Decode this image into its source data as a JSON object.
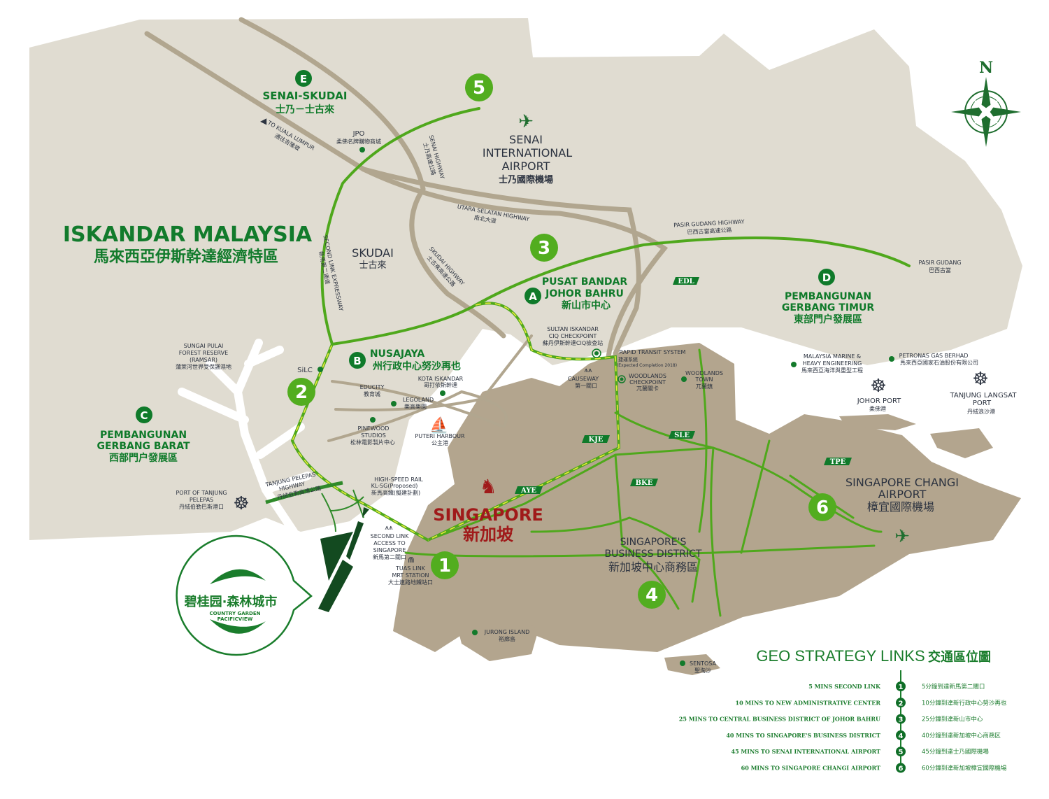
{
  "colors": {
    "land_malaysia": "#e0dcd1",
    "land_singapore": "#b3a58e",
    "route": "#4fa81c",
    "dark_green": "#0f7a2a",
    "singapore_red": "#a01a1a",
    "road": "#b1a68f"
  },
  "compass": {
    "north": "N"
  },
  "regions": {
    "iskandar_en": "ISKANDAR MALAYSIA",
    "iskandar_zh": "馬來西亞伊斯幹達經濟特區",
    "singapore_en": "SINGAPORE",
    "singapore_zh": "新加坡",
    "skudai_en": "SKUDAI",
    "skudai_zh": "士古來"
  },
  "zones": [
    {
      "letter": "E",
      "l1": "SENAI-SKUDAI",
      "l2": "士乃－士古來"
    },
    {
      "letter": "A",
      "l1": "PUSAT BANDAR",
      "l2": "JOHOR BAHRU",
      "l3": "新山市中心"
    },
    {
      "letter": "B",
      "l1": "NUSAJAYA",
      "l2": "州行政中心努沙再也"
    },
    {
      "letter": "C",
      "l1": "PEMBANGUNAN",
      "l2": "GERBANG BARAT",
      "l3": "西部門户發展區"
    },
    {
      "letter": "D",
      "l1": "PEMBANGUNAN",
      "l2": "GERBANG TIMUR",
      "l3": "東部門户發展區"
    }
  ],
  "route_markers": [
    "1",
    "2",
    "3",
    "4",
    "5",
    "6"
  ],
  "places": {
    "senai_l1": "SENAI",
    "senai_l2": "INTERNATIONAL",
    "senai_l3": "AIRPORT",
    "senai_zh": "士乃國際機場",
    "changi_l1": "SINGAPORE CHANGI",
    "changi_l2": "AIRPORT",
    "changi_zh": "樟宜國際機場",
    "sbd_l1": "SINGAPORE'S",
    "sbd_l2": "BUSINESS DISTRICT",
    "sbd_zh": "新加坡中心商務區",
    "jpo": "JPO",
    "jpo_zh": "柔佛名牌購物商城",
    "kl": "TO KUALA LUMPUR",
    "kl_zh": "通往吉隆坡",
    "senai_hwy": "SENAI HIGHWAY",
    "senai_hwy_zh": "士乃高速公路",
    "utara": "UTARA SELATAN HIGHWAY",
    "utara_zh": "南北大道",
    "skudai_hwy": "SKUDAI HIGHWAY",
    "skudai_hwy_zh": "士古來高速公路",
    "second_link_exp": "SECOND LINK EXPRESSWAY",
    "second_link_exp_zh": "新馬第二通道",
    "pasir_hwy": "PASIR GUDANG HIGHWAY",
    "pasir_hwy_zh": "巴西古當高速公路",
    "pasir": "PASIR GUDANG",
    "pasir_zh": "巴西古當",
    "sungai_l1": "SUNGAI PULAI",
    "sungai_l2": "FOREST RESERVE",
    "sungai_l3": "(RAMSAR)",
    "sungai_zh": "蒲萊河世界受保護濕地",
    "silc": "SiLC",
    "educity": "EDUCITY",
    "educity_zh": "教育城",
    "kota": "KOTA ISKANDAR",
    "kota_zh": "哥打依斯幹達",
    "legoland": "LEGOLAND",
    "legoland_zh": "樂高樂園",
    "pinewood_l1": "PINEWOOD",
    "pinewood_l2": "STUDIOS",
    "pinewood_zh": "松林電影製片中心",
    "puteri": "PUTERI HARBOUR",
    "puteri_zh": "公主港",
    "ptp_l1": "PORT OF TANJUNG",
    "ptp_l2": "PELEPAS",
    "ptp_zh": "丹絨伯勒巴斯港口",
    "tph_l1": "TANJUNG PELEPAS",
    "tph_l2": "HIGHWAY",
    "tph_zh": "丹絨伯勒高速公路",
    "hsr_l1": "HIGH-SPEED RAIL",
    "hsr_l2": "KL-SG(Proposed)",
    "hsr_zh": "新馬高鐵(擬建計劃)",
    "sl_l1": "SECOND LINK",
    "sl_l2": "ACCESS TO",
    "sl_l3": "SINGAPORE",
    "sl_zh": "新馬第二關口",
    "tuas_l1": "TUAS LINK",
    "tuas_l2": "MRT STATION",
    "tuas_zh": "大士連路地鐵站口",
    "ciq_l1": "SULTAN ISKANDAR",
    "ciq_l2": "CIQ CHECKPOINT",
    "ciq_zh": "蘇丹伊斯幹達CIQ檢查站",
    "causeway": "CAUSEWAY",
    "causeway_zh": "第一關口",
    "rts_l1": "RAPID TRANSIT SYSTEM",
    "rts_zh": "捷運系統",
    "rts_l2": "(Expected Completion 2018)",
    "wcp_l1": "WOODLANDS",
    "wcp_l2": "CHECKPOINT",
    "wcp_zh": "兀蘭關卡",
    "wt_l1": "WOODLANDS",
    "wt_l2": "TOWN",
    "wt_zh": "兀蘭鎮",
    "mmhe_l1": "MALAYSIA MARINE &",
    "mmhe_l2": "HEAVY ENGINEERING",
    "mmhe_zh": "馬來西亞海洋與重型工程",
    "petronas": "PETRONAS GAS BERHAD",
    "petronas_zh": "馬來西亞國家石油股份有限公司",
    "johor_port": "JOHOR PORT",
    "johor_port_zh": "柔佛港",
    "tl_l1": "TANJUNG LANGSAT",
    "tl_l2": "PORT",
    "tl_zh": "丹絨浪沙港",
    "jurong": "JURONG ISLAND",
    "jurong_zh": "裕廊島",
    "sentosa": "SENTOSA",
    "sentosa_zh": "聖淘沙"
  },
  "road_tags": [
    "EDL",
    "KJE",
    "SLE",
    "AYE",
    "BKE",
    "TPE"
  ],
  "logo": {
    "zh": "碧桂园·森林城市",
    "en1": "COUNTRY GARDEN",
    "en2": "PACIFICVIEW"
  },
  "legend": {
    "title_en": "GEO STRATEGY LINKS",
    "title_zh": "交通區位圖",
    "items": [
      {
        "num": "1",
        "en": "5 MINS SECOND LINK",
        "zh": "5分鐘到達新馬第二關口"
      },
      {
        "num": "2",
        "en": "10 MINS TO NEW ADMINISTRATIVE CENTER",
        "zh": "10分鐘到達新行政中心努沙再也"
      },
      {
        "num": "3",
        "en": "25 MINS TO CENTRAL BUSINESS DISTRICT OF JOHOR BAHRU",
        "zh": "25分鐘到達新山市中心"
      },
      {
        "num": "4",
        "en": "40 MINS TO SINGAPORE'S BUSINESS DISTRICT",
        "zh": "40分鐘到達新加坡中心商務区"
      },
      {
        "num": "5",
        "en": "45 MINS TO SENAI INTERNATIONAL AIRPORT",
        "zh": "45分鐘到達士乃國際機場"
      },
      {
        "num": "6",
        "en": "60 MINS TO SINGAPORE CHANGI AIRPORT",
        "zh": "60分鐘到達新加坡樟宜國際機場"
      }
    ]
  }
}
